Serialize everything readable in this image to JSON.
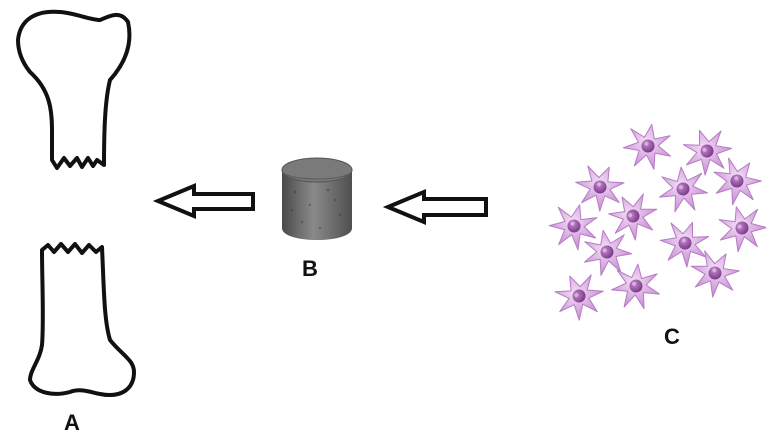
{
  "labels": {
    "a": "A",
    "b": "B",
    "c": "C"
  },
  "colors": {
    "outline": "#111111",
    "cylinder": "#6e6e6e",
    "cell_fill": "#d8a8e0",
    "cell_stroke": "#b57cc2",
    "nucleus": "#9c5aa8"
  }
}
